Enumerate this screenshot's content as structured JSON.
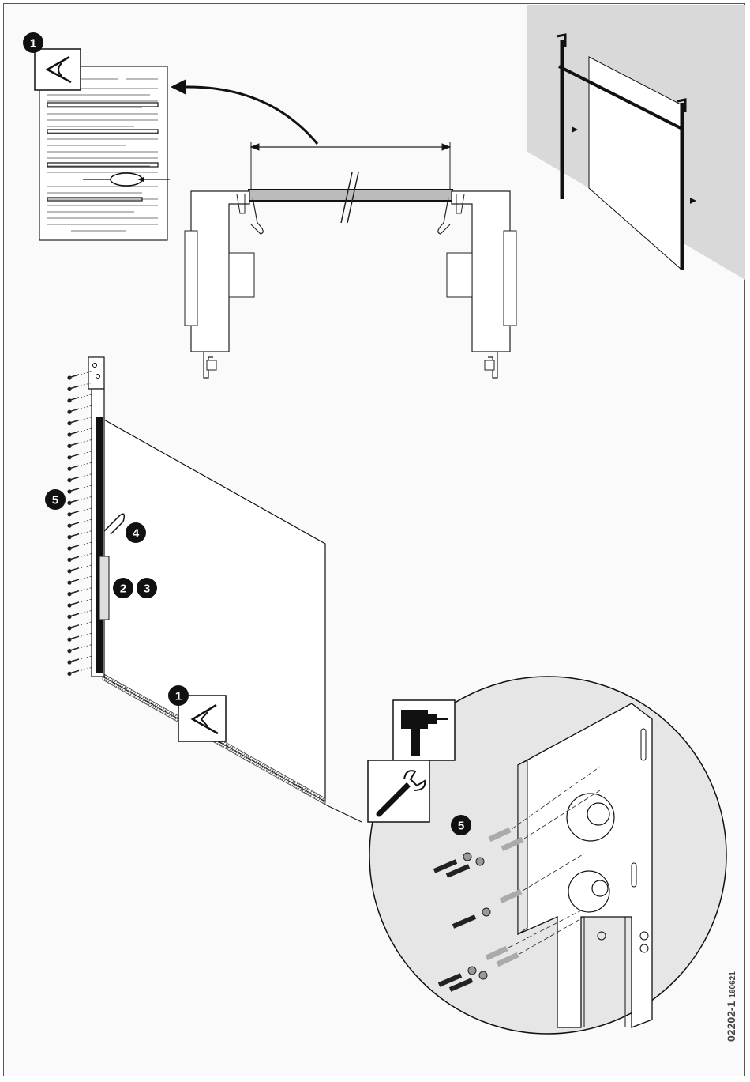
{
  "steps": {
    "doc": "1",
    "bracket": "5",
    "pin": "4",
    "s2": "2",
    "s3": "3",
    "door": "1",
    "closeup": "5"
  },
  "icons": [
    "eye-check-icon",
    "drill-icon",
    "wrench-icon"
  ],
  "doc_id": {
    "number": "02202-1",
    "date": "160621"
  },
  "colors": {
    "line": "#111111",
    "wall": "#d9d9d9",
    "badge": "#111111",
    "panel": "#f0f0f0"
  }
}
